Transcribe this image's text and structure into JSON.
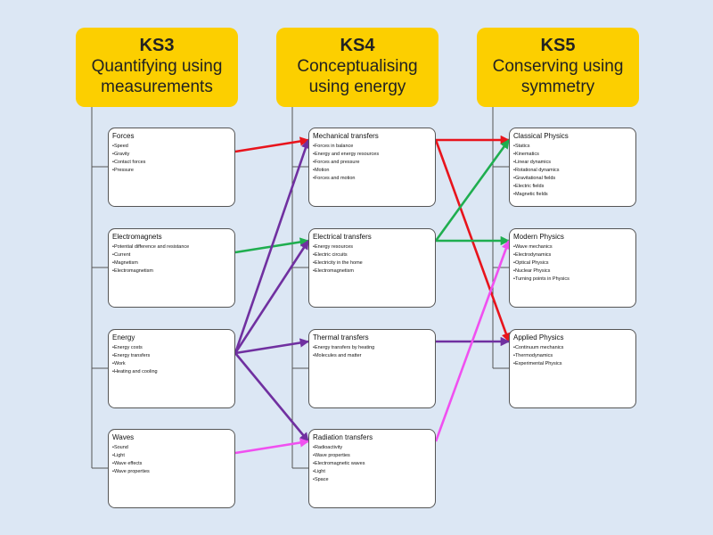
{
  "columns": [
    {
      "key": "ks3",
      "title": "KS3",
      "subtitle": "Quantifying using\nmeasurements",
      "boxes": [
        {
          "title": "Forces",
          "items": [
            "Speed",
            "Gravity",
            "Contact forces",
            "Pressure"
          ]
        },
        {
          "title": "Electromagnets",
          "items": [
            "Potential difference and resistance",
            "Current",
            "Magnetism",
            "Electromagnetism"
          ]
        },
        {
          "title": "Energy",
          "items": [
            "Energy costs",
            "Energy transfers",
            "Work",
            "Heating and cooling"
          ]
        },
        {
          "title": "Waves",
          "items": [
            "Sound",
            "Light",
            "Wave effects",
            "Wave properties"
          ]
        }
      ]
    },
    {
      "key": "ks4",
      "title": "KS4",
      "subtitle": "Conceptualising\nusing energy",
      "boxes": [
        {
          "title": "Mechanical transfers",
          "items": [
            "Forces in balance",
            "Energy and energy resources",
            "Forces and pressure",
            "Motion",
            "Forces and motion"
          ]
        },
        {
          "title": "Electrical transfers",
          "items": [
            "Energy resources",
            "Electric circuits",
            "Electricity in the home",
            "Electromagnetism"
          ]
        },
        {
          "title": "Thermal transfers",
          "items": [
            "Energy transfers by heating",
            "Molecules and matter"
          ]
        },
        {
          "title": "Radiation transfers",
          "items": [
            "Radioactivity",
            "Wave properties",
            "Electromagnetic waves",
            "Light",
            "Space"
          ]
        }
      ]
    },
    {
      "key": "ks5",
      "title": "KS5",
      "subtitle": "Conserving using\nsymmetry",
      "boxes": [
        {
          "title": "Classical Physics",
          "items": [
            "Statics",
            "Kinematics",
            "Linear dynamics",
            "Rotational dynamics",
            "Gravitational fields",
            "Electric fields",
            "Magnetic fields"
          ]
        },
        {
          "title": "Modern Physics",
          "items": [
            "Wave mechanics",
            "Electrodynamics",
            "Optical Physics",
            "Nuclear Physics",
            "Turning points in Physics"
          ]
        },
        {
          "title": "Applied Physics",
          "items": [
            "Continuum mechanics",
            "Thermodynamics",
            "Experimental Physics"
          ]
        }
      ]
    }
  ],
  "colors": {
    "background": "#dce7f4",
    "header": "#fccf00",
    "red": "#e8141c",
    "green": "#1fae4f",
    "purple": "#7030a0",
    "magenta": "#f050f0",
    "tree_line": "#555555"
  },
  "links": [
    {
      "from": "Forces",
      "to": "Mechanical transfers",
      "color": "red"
    },
    {
      "from": "Mechanical transfers",
      "to": "Classical Physics",
      "color": "red"
    },
    {
      "from": "Mechanical transfers",
      "to": "Applied Physics",
      "color": "red"
    },
    {
      "from": "Electromagnets",
      "to": "Electrical transfers",
      "color": "green"
    },
    {
      "from": "Electrical transfers",
      "to": "Modern Physics",
      "color": "green"
    },
    {
      "from": "Electrical transfers",
      "to": "Classical Physics",
      "color": "green"
    },
    {
      "from": "Energy",
      "to": "Mechanical transfers",
      "color": "purple"
    },
    {
      "from": "Energy",
      "to": "Electrical transfers",
      "color": "purple"
    },
    {
      "from": "Energy",
      "to": "Thermal transfers",
      "color": "purple"
    },
    {
      "from": "Energy",
      "to": "Radiation transfers",
      "color": "purple"
    },
    {
      "from": "Thermal transfers",
      "to": "Applied Physics",
      "color": "purple"
    },
    {
      "from": "Waves",
      "to": "Radiation transfers",
      "color": "magenta"
    },
    {
      "from": "Radiation transfers",
      "to": "Modern Physics",
      "color": "magenta"
    }
  ]
}
